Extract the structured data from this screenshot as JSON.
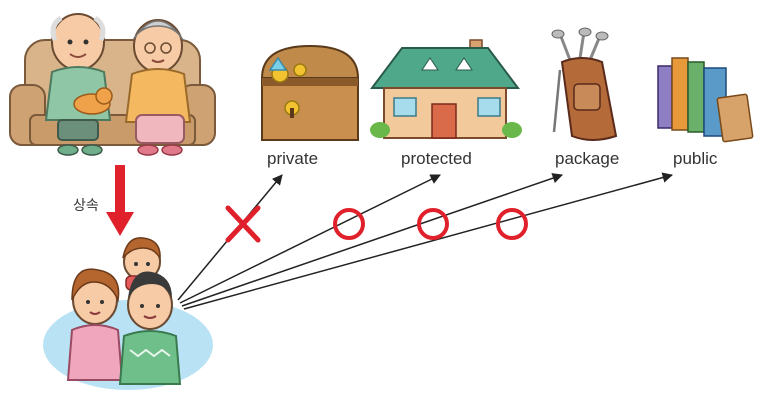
{
  "inheritance_label": "상속",
  "targets": [
    {
      "label": "private",
      "icon": "treasure-chest-icon",
      "accessible": false,
      "mark": "✕"
    },
    {
      "label": "protected",
      "icon": "house-icon",
      "accessible": true,
      "mark": "○"
    },
    {
      "label": "package",
      "icon": "golf-bag-icon",
      "accessible": true,
      "mark": "○"
    },
    {
      "label": "public",
      "icon": "books-icon",
      "accessible": true,
      "mark": "○"
    }
  ],
  "colors": {
    "mark": "#e0202a",
    "arrow": "#222222",
    "bubble": "#b9e3f5",
    "sofa": "#d9b48a"
  }
}
